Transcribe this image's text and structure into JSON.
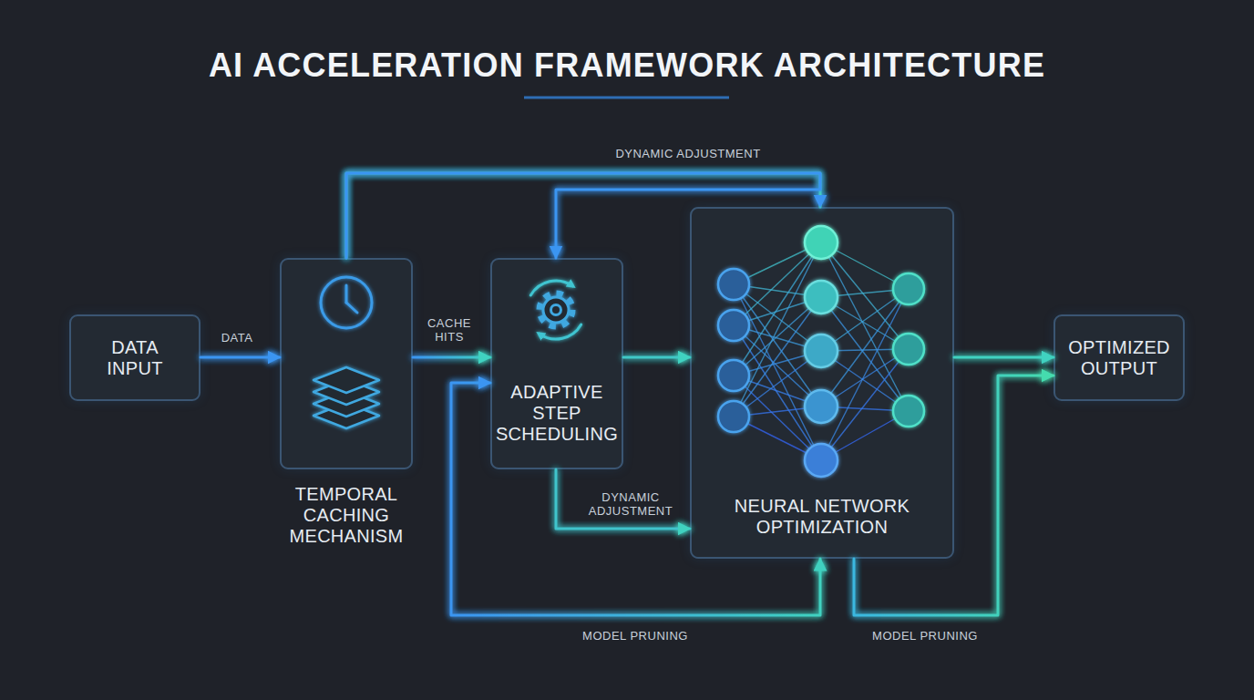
{
  "diagram": {
    "title": "AI ACCELERATION FRAMEWORK ARCHITECTURE",
    "nodes": [
      {
        "text": [
          "DATA INPUT"
        ]
      },
      {
        "text": [
          "TEMPORAL CACHING MECHANISM"
        ]
      },
      {
        "text": [
          "ADAPTIVE STEP SCHEDULING"
        ]
      },
      {
        "text": [
          "NEURAL NETWORK OPTIMIZATION"
        ]
      },
      {
        "text": [
          "OPTIMIZED OUTPUT"
        ]
      }
    ],
    "edges": [
      {
        "from": 0,
        "to": 1,
        "label": "DATA",
        "arrow": "to"
      },
      {
        "from": 1,
        "to": 2,
        "label": "CACHE HITS",
        "arrow": "to"
      },
      {
        "from": 2,
        "to": 3,
        "arrow": "to"
      },
      {
        "from": 3,
        "to": 4,
        "arrow": "to"
      },
      {
        "from": 1,
        "to": 3,
        "label": "DYNAMIC ADJUSTMENT",
        "arrow": "to"
      },
      {
        "from": 1,
        "to": 2,
        "arrow": "to"
      },
      {
        "from": 2,
        "to": 3,
        "label": "DYNAMIC ADJUSTMENT",
        "arrow": "to"
      },
      {
        "from": 2,
        "to": 3,
        "label": "MODEL PRUNING",
        "arrow": "both"
      },
      {
        "from": 3,
        "to": 4,
        "label": "MODEL PRUNING",
        "arrow": "to"
      }
    ]
  }
}
